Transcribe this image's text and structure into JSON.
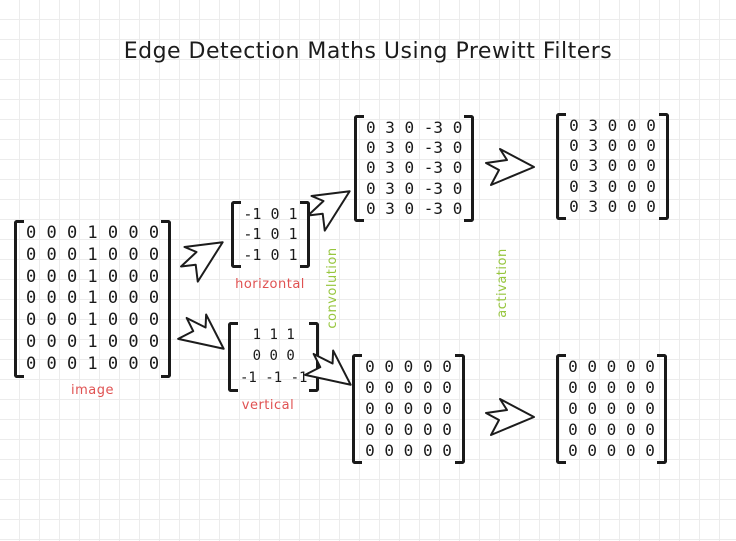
{
  "title": "Edge Detection Maths Using Prewitt Filters",
  "colors": {
    "ink": "#1a1a1a",
    "label_red": "#e05252",
    "label_green": "#97c63e",
    "grid_line": "#ececec",
    "background": "#ffffff"
  },
  "diagram": {
    "image_matrix": {
      "label": "image",
      "rows": [
        "0 0 0 1 0 0 0",
        "0 0 0 1 0 0 0",
        "0 0 0 1 0 0 0",
        "0 0 0 1 0 0 0",
        "0 0 0 1 0 0 0",
        "0 0 0 1 0 0 0",
        "0 0 0 1 0 0 0"
      ]
    },
    "horizontal_filter": {
      "label": "horizontal",
      "rows": [
        "-1 0 1",
        "-1 0 1",
        "-1 0 1"
      ]
    },
    "vertical_filter": {
      "label": "vertical",
      "rows": [
        "1 1 1",
        "0 0 0",
        "-1 -1 -1"
      ]
    },
    "horizontal_convolution_result": {
      "rows": [
        "0 3 0 -3 0",
        "0 3 0 -3 0",
        "0 3 0 -3 0",
        "0 3 0 -3 0",
        "0 3 0 -3 0"
      ]
    },
    "horizontal_activation_result": {
      "rows": [
        "0 3 0 0 0",
        "0 3 0 0 0",
        "0 3 0 0 0",
        "0 3 0 0 0",
        "0 3 0 0 0"
      ]
    },
    "vertical_convolution_result": {
      "rows": [
        "0 0 0 0 0",
        "0 0 0 0 0",
        "0 0 0 0 0",
        "0 0 0 0 0",
        "0 0 0 0 0"
      ]
    },
    "vertical_activation_result": {
      "rows": [
        "0 0 0 0 0",
        "0 0 0 0 0",
        "0 0 0 0 0",
        "0 0 0 0 0",
        "0 0 0 0 0"
      ]
    },
    "step_labels": {
      "convolution": "convolution",
      "activation": "activation"
    }
  }
}
